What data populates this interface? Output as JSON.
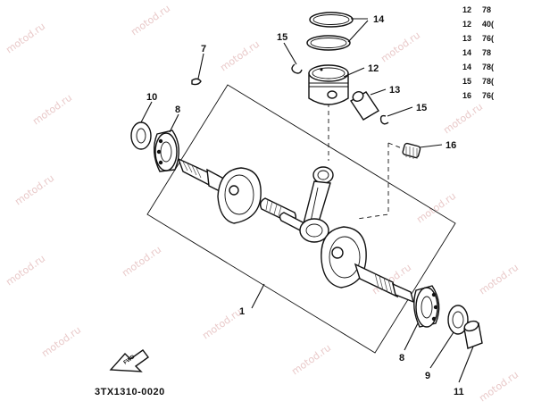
{
  "diagram": {
    "drawing_code": "3TX1310-0020",
    "callouts": [
      {
        "id": "c14",
        "label": "14"
      },
      {
        "id": "c15a",
        "label": "15"
      },
      {
        "id": "c12",
        "label": "12"
      },
      {
        "id": "c7",
        "label": "7"
      },
      {
        "id": "c10",
        "label": "10"
      },
      {
        "id": "c8a",
        "label": "8"
      },
      {
        "id": "c13",
        "label": "13"
      },
      {
        "id": "c15b",
        "label": "15"
      },
      {
        "id": "c16",
        "label": "16"
      },
      {
        "id": "c1",
        "label": "1"
      },
      {
        "id": "c8b",
        "label": "8"
      },
      {
        "id": "c9",
        "label": "9"
      },
      {
        "id": "c11",
        "label": "11"
      }
    ],
    "parts_table": [
      {
        "ref": "12",
        "code": "78"
      },
      {
        "ref": "12",
        "code": "40("
      },
      {
        "ref": "13",
        "code": "76("
      },
      {
        "ref": "14",
        "code": "78"
      },
      {
        "ref": "14",
        "code": "78("
      },
      {
        "ref": "15",
        "code": "78("
      },
      {
        "ref": "16",
        "code": "76("
      }
    ],
    "watermark_text": "motod.ru",
    "colors": {
      "ink": "#111111",
      "watermark": "#e9c9c9",
      "background": "#ffffff"
    }
  }
}
